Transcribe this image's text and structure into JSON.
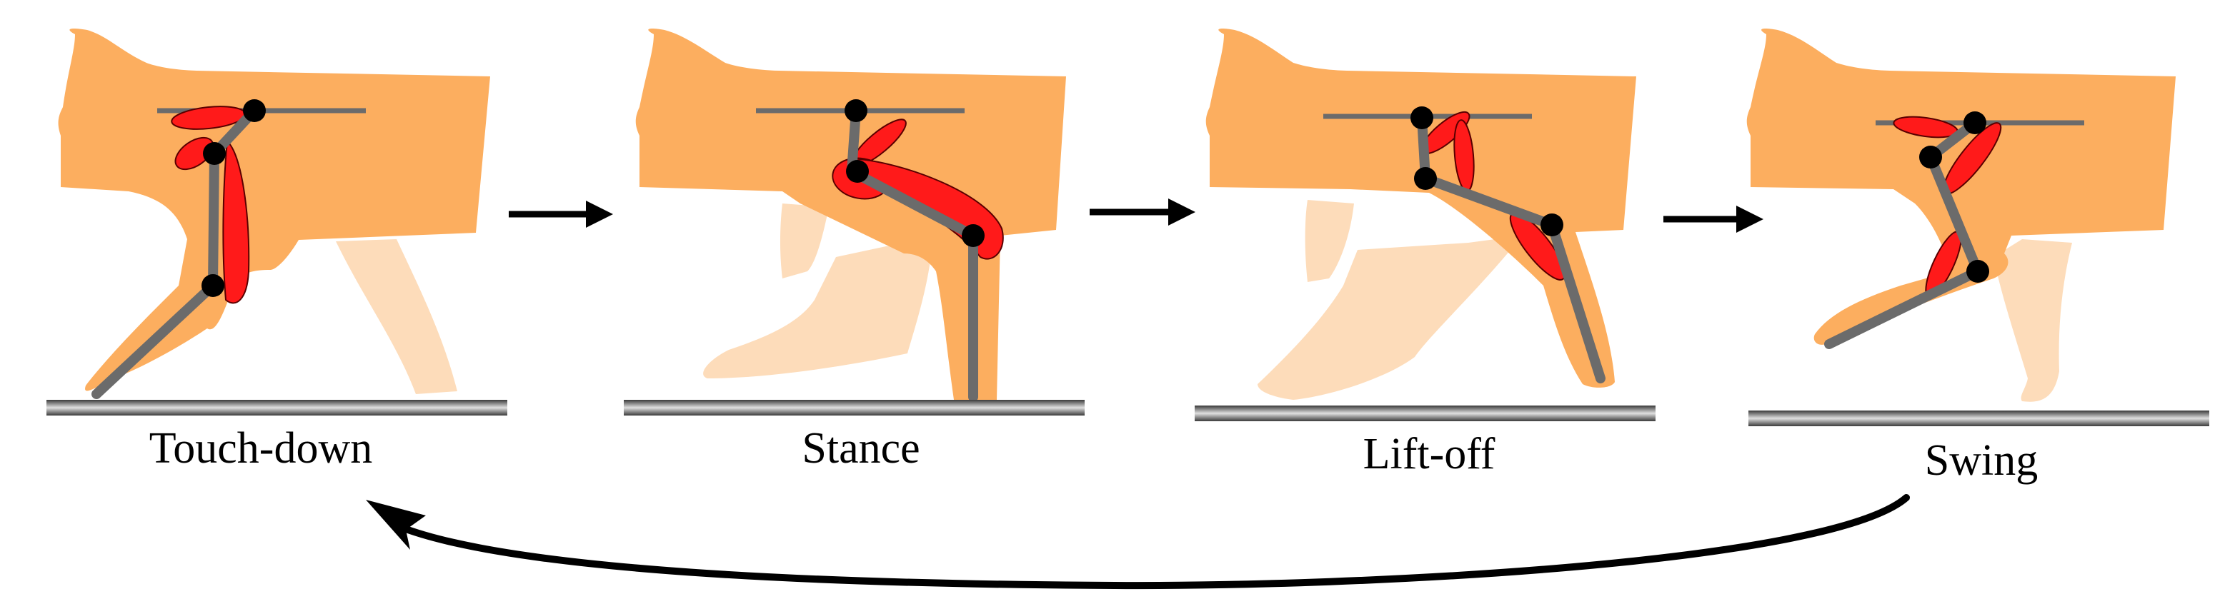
{
  "phases": [
    {
      "label": "Touch-down"
    },
    {
      "label": "Stance"
    },
    {
      "label": "Lift-off"
    },
    {
      "label": "Swing"
    }
  ],
  "colors": {
    "body": "#fcae5f",
    "ghost_leg": "#fddcba",
    "muscle": "#ff1a1a",
    "bone": "#6b6b6b",
    "joint": "#000000",
    "arrow": "#000000",
    "ground_dark": "#3a3a3a",
    "ground_light": "#d8d8d8"
  },
  "icons": {
    "phase_arrow": "right-arrow-icon",
    "cycle_arrow": "return-arrow-icon",
    "joint": "joint-dot-icon"
  }
}
